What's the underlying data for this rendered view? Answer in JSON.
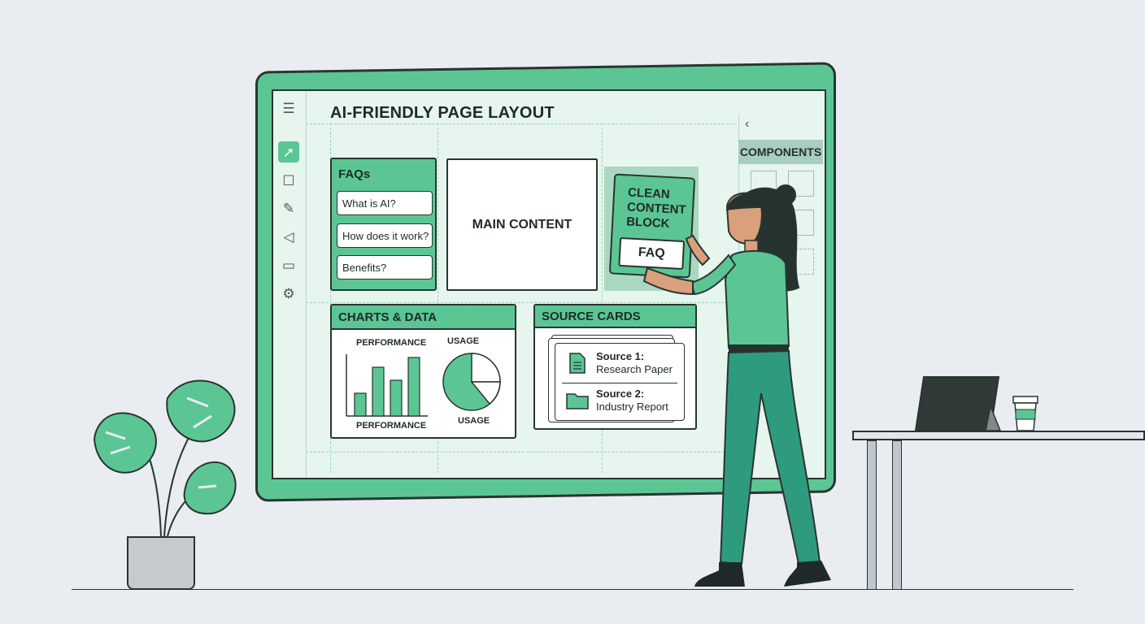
{
  "colors": {
    "accent": "#5bc694",
    "canvas": "#e6f5ee",
    "outline": "#2a3431",
    "background": "#e9ecf1"
  },
  "board": {
    "title": "AI-FRIENDLY PAGE LAYOUT",
    "tools": [
      {
        "icon": "menu-icon",
        "glyph": "☰"
      },
      {
        "icon": "cursor-icon",
        "glyph": "➚",
        "active": true
      },
      {
        "icon": "square-icon",
        "glyph": "☐"
      },
      {
        "icon": "pencil-icon",
        "glyph": "✎"
      },
      {
        "icon": "tag-icon",
        "glyph": "◁"
      },
      {
        "icon": "folder-icon",
        "glyph": "▭"
      },
      {
        "icon": "gear-icon",
        "glyph": "⚙"
      }
    ],
    "faq": {
      "title": "FAQs",
      "items": [
        "What is AI?",
        "How does it work?",
        "Benefits?"
      ]
    },
    "main_content": "MAIN CONTENT",
    "clean_block": {
      "title": "CLEAN CONTENT BLOCK",
      "button": "FAQ"
    },
    "components": {
      "back_glyph": "‹",
      "title": "COMPONENTS"
    },
    "charts": {
      "title": "CHARTS & DATA",
      "bar_label_top": "PERFORMANCE",
      "bar_label_bottom": "PERFORMANCE",
      "pie_label_top": "USAGE",
      "pie_label_bottom": "USAGE"
    },
    "sources": {
      "title": "SOURCE CARDS",
      "items": [
        {
          "title": "Source 1:",
          "subtitle": "Research Paper",
          "icon": "document-icon"
        },
        {
          "title": "Source 2:",
          "subtitle": "Industry Report",
          "icon": "folder-icon"
        }
      ]
    }
  }
}
